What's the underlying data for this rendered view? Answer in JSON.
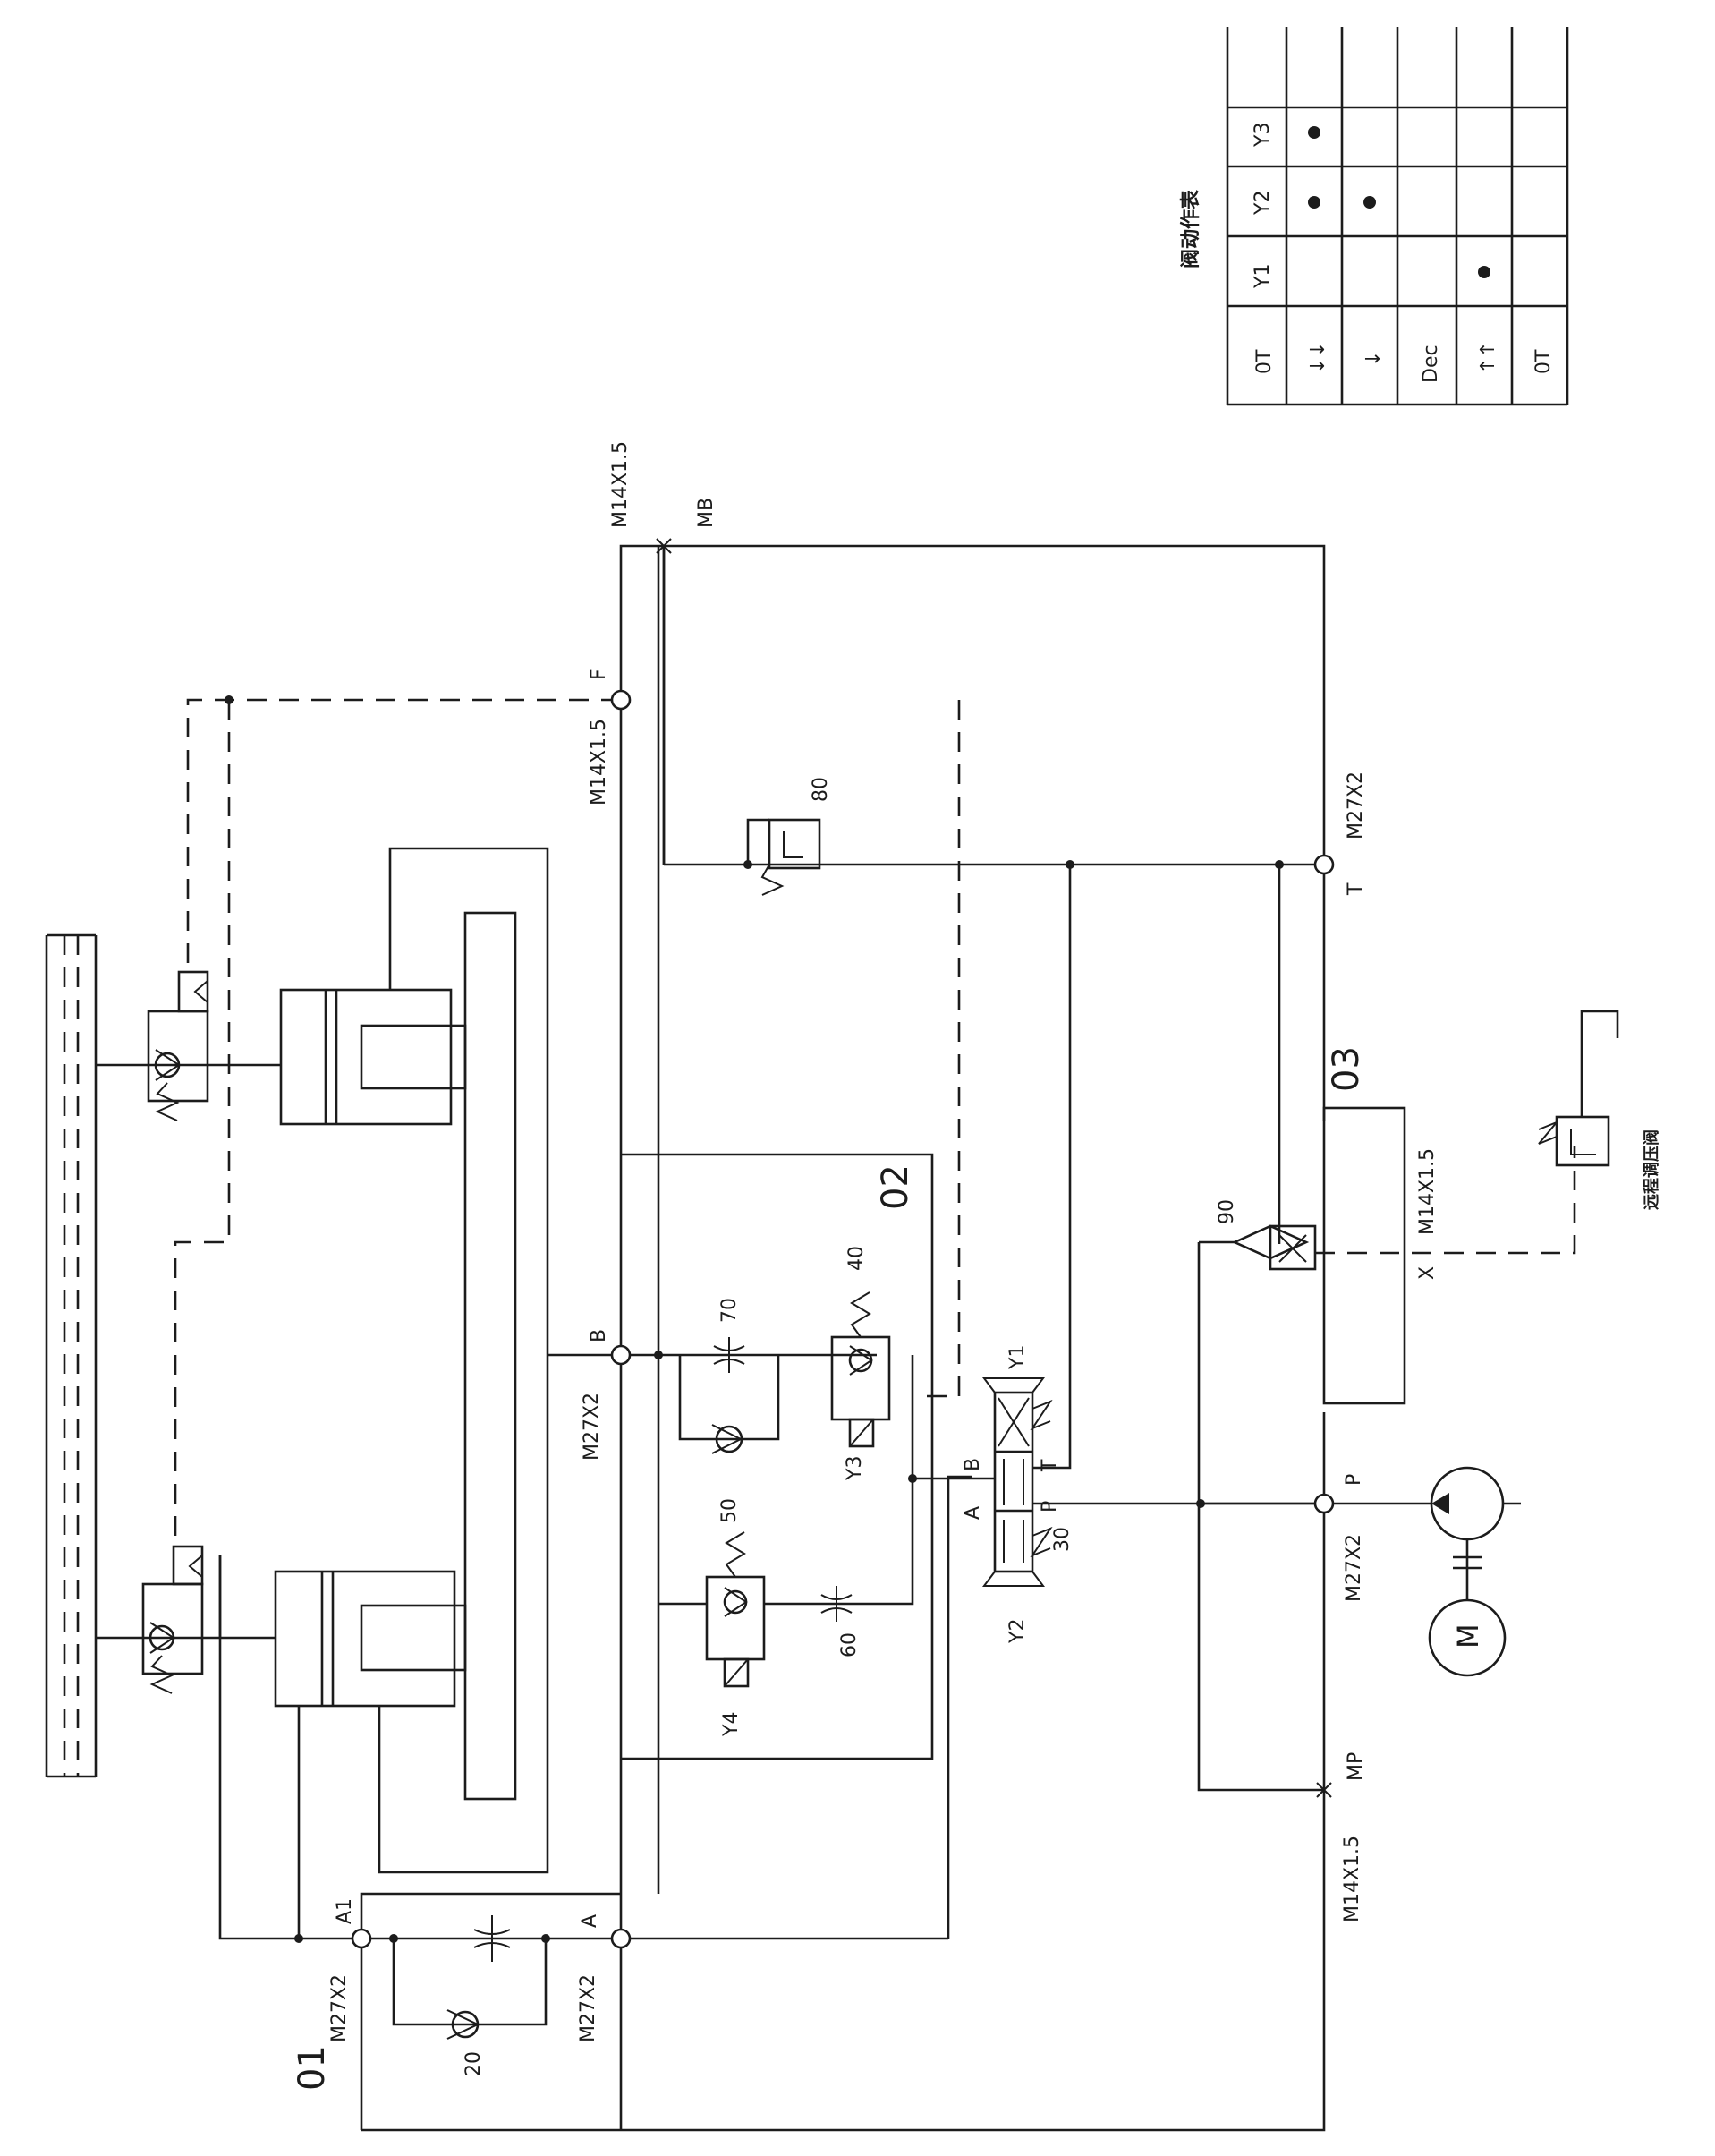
{
  "zones": [
    "01",
    "02",
    "03"
  ],
  "ports": {
    "A1": "A1",
    "A": "A",
    "B": "B",
    "F": "F",
    "MB": "MB",
    "T": "T",
    "P": "P",
    "X": "X",
    "MP": "MP"
  },
  "threads": {
    "a1": "M27X2",
    "a": "M27X2",
    "b": "M27X2",
    "p": "M27X2",
    "t": "M27X2",
    "f": "M14X1.5",
    "mb": "M14X1.5",
    "x": "M14X1.5",
    "mp": "M14X1.5"
  },
  "components": {
    "c20": "20",
    "c30": "30",
    "c40": "40",
    "c50": "50",
    "c60": "60",
    "c70": "70",
    "c80": "80",
    "c90": "90"
  },
  "solenoids": {
    "y1": "Y1",
    "y2": "Y2",
    "y3": "Y3",
    "y4": "Y4"
  },
  "valve_ports": {
    "a": "A",
    "b": "B",
    "p": "P",
    "t": "T"
  },
  "motor_label": "M",
  "remote_valve_label": "远程调压阀",
  "action_table": {
    "title": "阀动作表",
    "headers": [
      "Y1",
      "Y2",
      "Y3"
    ],
    "rows": [
      {
        "label": "0T",
        "y1": false,
        "y2": false,
        "y3": false
      },
      {
        "label": "↓↓",
        "y1": false,
        "y2": true,
        "y3": true
      },
      {
        "label": "↓",
        "y1": false,
        "y2": true,
        "y3": false
      },
      {
        "label": "Dec",
        "y1": false,
        "y2": false,
        "y3": false
      },
      {
        "label": "↑↑",
        "y1": true,
        "y2": false,
        "y3": false
      },
      {
        "label": "0T",
        "y1": false,
        "y2": false,
        "y3": false
      }
    ]
  }
}
